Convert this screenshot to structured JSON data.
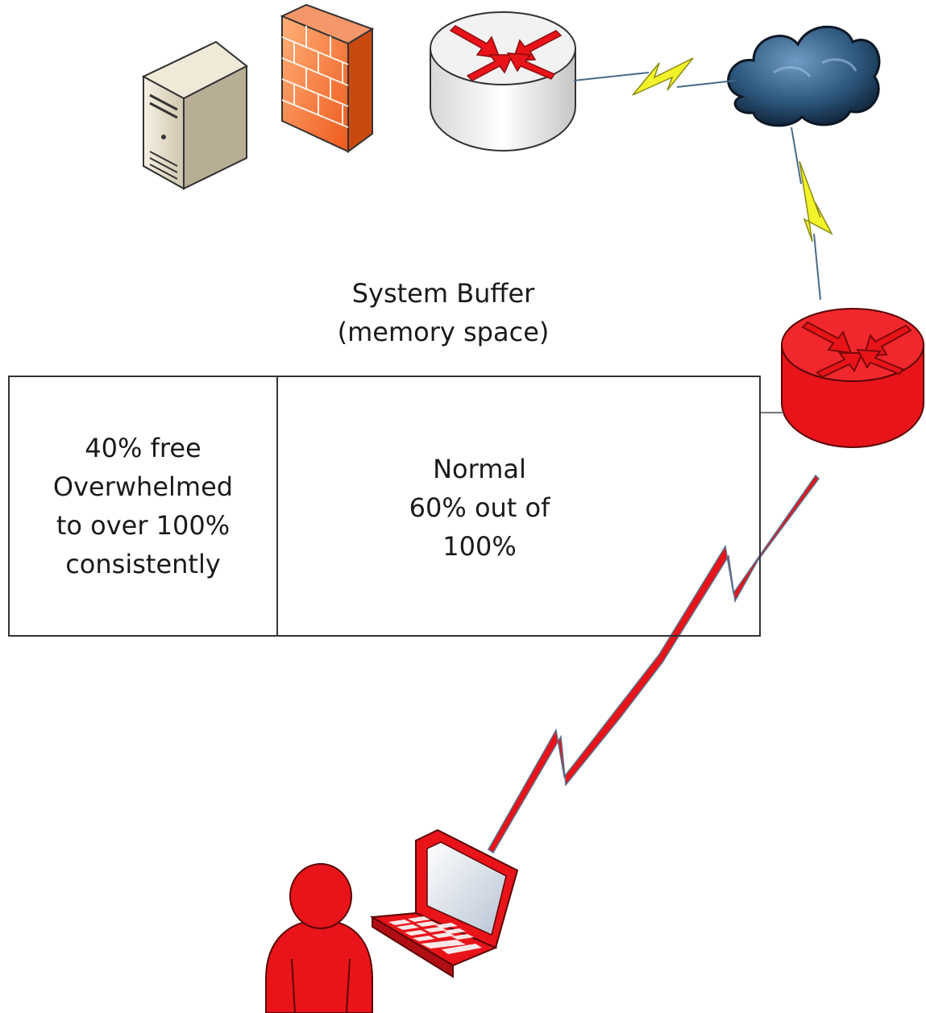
{
  "buffer": {
    "title_line1": "System Buffer",
    "title_line2": "(memory space)",
    "free_segment": {
      "line1": "40% free",
      "line2": "Overwhelmed",
      "line3": "to over 100%",
      "line4": "consistently"
    },
    "normal_segment": {
      "line1": "Normal",
      "line2": "60% out of",
      "line3": "100%"
    }
  },
  "icons": [
    "server-icon",
    "firewall-icon",
    "router-icon",
    "cloud-icon",
    "router-icon",
    "laptop-icon",
    "user-icon",
    "lightning-link-icon"
  ],
  "colors": {
    "attacker": "#e8141a",
    "link_normal": "#f3f32a",
    "link_attack": "#e8141a",
    "cloud": "#2f5e85",
    "firewall": "#f07a3a"
  }
}
